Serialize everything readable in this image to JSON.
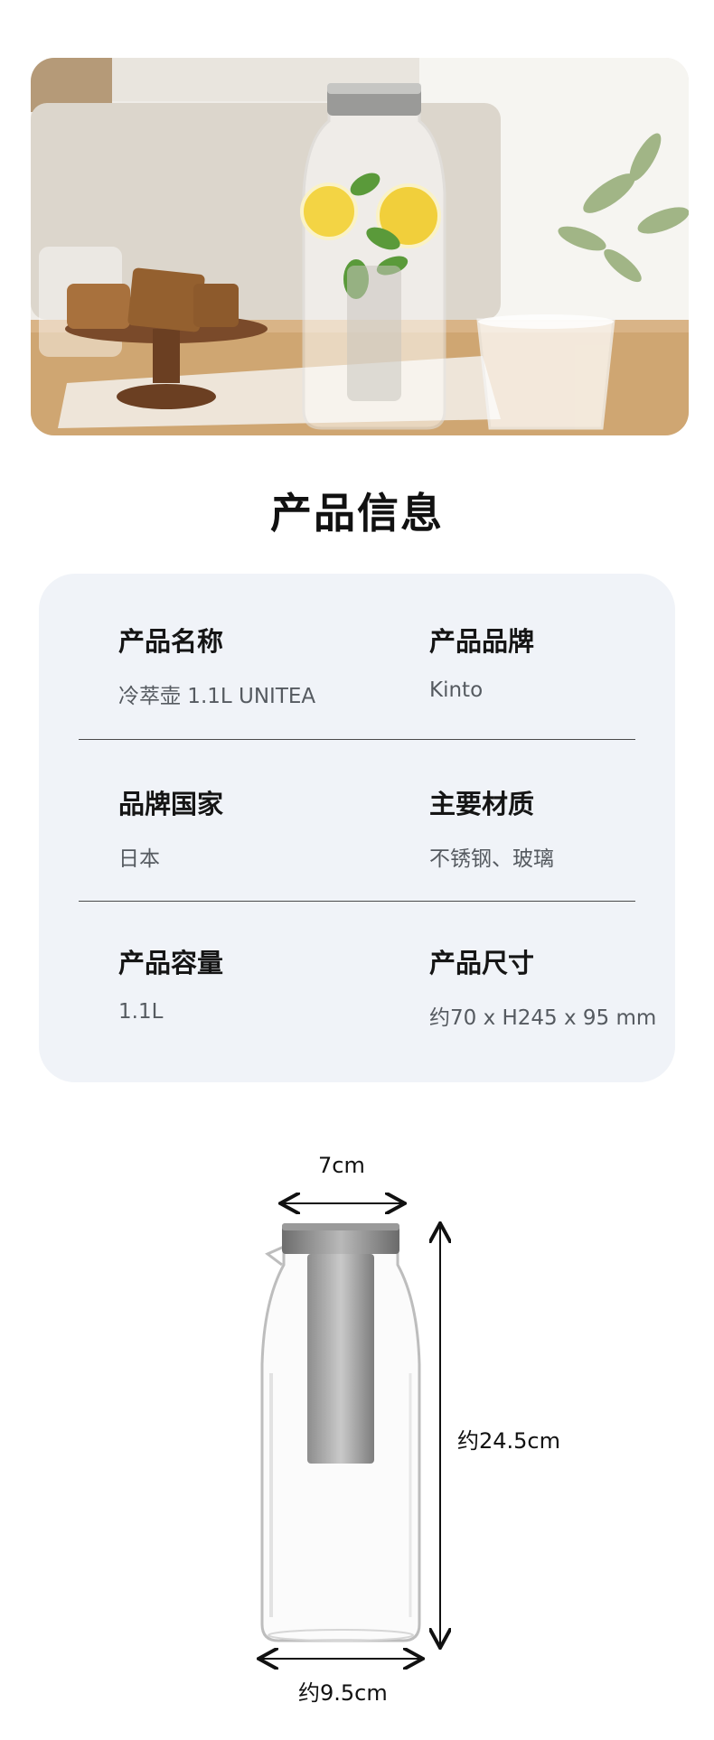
{
  "hero": {
    "image": "cold-brew-pitcher-with-lemon-and-cake-photo"
  },
  "section": {
    "title": "产品信息"
  },
  "info": {
    "rows": [
      [
        {
          "label": "产品名称",
          "value": "冷萃壶 1.1L UNITEA"
        },
        {
          "label": "产品品牌",
          "value": "Kinto"
        }
      ],
      [
        {
          "label": "品牌国家",
          "value": "日本"
        },
        {
          "label": "主要材质",
          "value": "不锈钢、玻璃"
        }
      ],
      [
        {
          "label": "产品容量",
          "value": "1.1L"
        },
        {
          "label": "产品尺寸",
          "value": "约70 x H245 x 95 mm"
        }
      ]
    ]
  },
  "dimensions": {
    "top_width": "7cm",
    "height": "约24.5cm",
    "bottom_width": "约9.5cm"
  },
  "colors": {
    "card_bg": "#f0f3f8",
    "title": "#111111",
    "value_text": "#555a60"
  }
}
